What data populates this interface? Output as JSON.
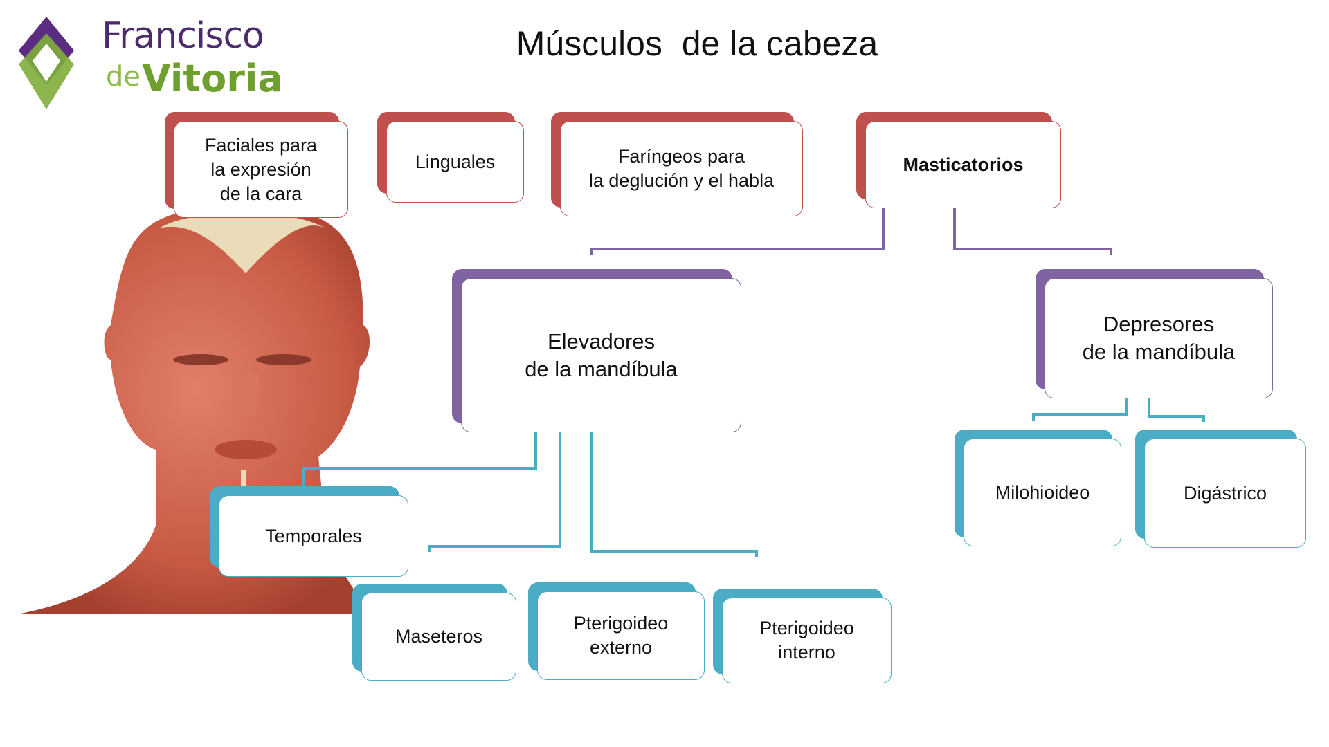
{
  "logo": {
    "line1": "Francisco",
    "de": "de",
    "line2": "Vitoria"
  },
  "title": "Músculos  de la cabeza",
  "colors": {
    "red": "#c0504d",
    "purple": "#8064a2",
    "blue": "#4bacc6"
  },
  "top_categories": [
    {
      "label": "Faciales para\nla expresión\nde la cara"
    },
    {
      "label": "Linguales"
    },
    {
      "label": "Faríngeos para\nla deglución y el habla"
    },
    {
      "label": "Masticatorios"
    }
  ],
  "masticatorios_children": [
    {
      "label": "Elevadores\nde la mandíbula"
    },
    {
      "label": "Depresores\nde la mandíbula"
    }
  ],
  "elevadores_children": [
    {
      "label": "Temporales"
    },
    {
      "label": "Maseteros"
    },
    {
      "label": "Pterigoideo\nexterno"
    },
    {
      "label": "Pterigoideo\ninterno"
    }
  ],
  "depresores_children": [
    {
      "label": "Milohioideo"
    },
    {
      "label": "Digástrico"
    }
  ]
}
